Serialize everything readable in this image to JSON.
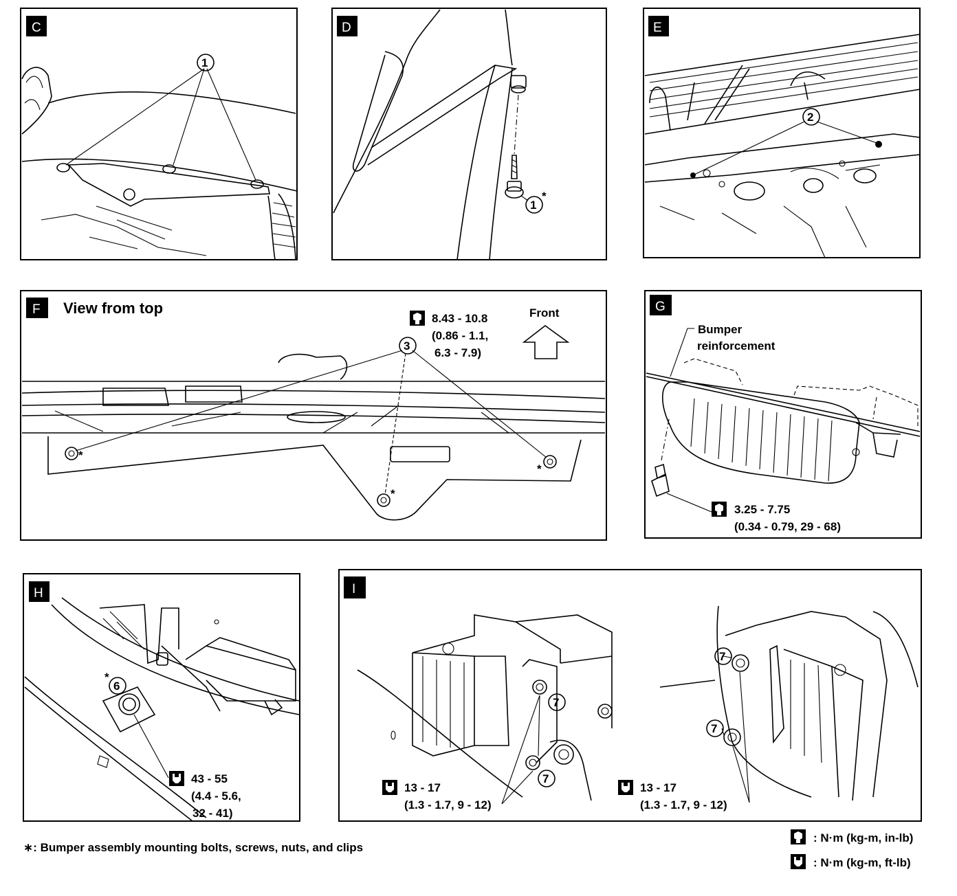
{
  "panels": {
    "C": {
      "letter": "C",
      "callout": "1"
    },
    "D": {
      "letter": "D",
      "callout": "1",
      "star": "*"
    },
    "E": {
      "letter": "E",
      "callout": "2"
    },
    "F": {
      "letter": "F",
      "title": "View from top",
      "callout": "3",
      "torque_line1": "8.43 - 10.8",
      "torque_line2": "(0.86 - 1.1,",
      "torque_line3": "6.3 - 7.9)",
      "front_label": "Front",
      "star": "*"
    },
    "G": {
      "letter": "G",
      "label_line1": "Bumper",
      "label_line2": "reinforcement",
      "torque_line1": "3.25 - 7.75",
      "torque_line2": "(0.34 - 0.79, 29 - 68)"
    },
    "H": {
      "letter": "H",
      "callout": "6",
      "star": "*",
      "torque_line1": "43 - 55",
      "torque_line2": "(4.4 - 5.6,",
      "torque_line3": "32 - 41)"
    },
    "I": {
      "letter": "I",
      "callout": "7",
      "left_torque_line1": "13 - 17",
      "left_torque_line2": "(1.3 - 1.7, 9 - 12)",
      "right_torque_line1": "13 - 17",
      "right_torque_line2": "(1.3 - 1.7, 9 - 12)"
    }
  },
  "footnote": "∗: Bumper assembly mounting bolts, screws, nuts, and clips",
  "legend": [
    {
      "icon": "torque-hex-icon",
      "text": ": N·m (kg-m, in-lb)"
    },
    {
      "icon": "torque-wrench-icon",
      "text": ": N·m (kg-m, ft-lb)"
    }
  ]
}
